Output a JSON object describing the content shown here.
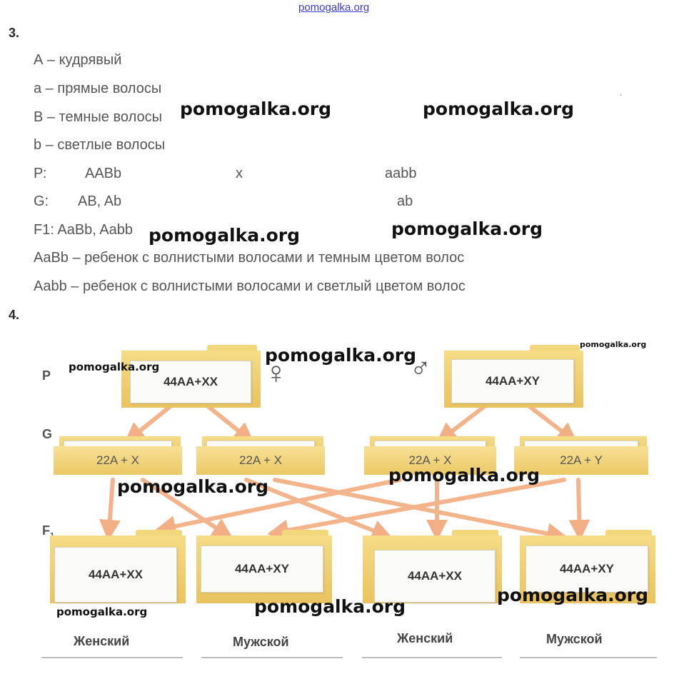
{
  "site_top": "pomogalka.org",
  "task3": {
    "number": "3.",
    "lines": [
      "А – кудрявый",
      "а – прямые волосы",
      "В – темные волосы",
      "b – светлые волосы"
    ],
    "p_label": "Р:",
    "p_left": "AABb",
    "p_cross": "x",
    "p_right": "aabb",
    "g_label": "G:",
    "g_left": "AB, Ab",
    "g_right": "ab",
    "f1": "F1: AaBb, Aabb",
    "result1": "AaBb – ребенок с волнистыми волосами и темным цветом волос",
    "result2": "Aabb – ребенок с волнистыми волосами и светлый цветом волос"
  },
  "task4": {
    "number": "4.",
    "row_labels": {
      "p": "P",
      "g": "G",
      "f1": "F",
      "f1_sub": "1"
    },
    "female_symbol": "♀",
    "male_symbol": "♂",
    "parents": [
      "44AA+XX",
      "44AA+XY"
    ],
    "gametes": [
      "22A + X",
      "22A + X",
      "22A + X",
      "22A + Y"
    ],
    "children": [
      "44AA+XX",
      "44AA+XY",
      "44AA+XX",
      "44AA+XY"
    ],
    "sexes": [
      "Женский",
      "Мужской",
      "Женский",
      "Мужской"
    ]
  },
  "watermarks": {
    "big": "pomogalka.org",
    "small": "pomogalka.org"
  },
  "colors": {
    "arrow": "#f0a070",
    "folder": "#f2d77c",
    "link": "#3b3bd6"
  }
}
